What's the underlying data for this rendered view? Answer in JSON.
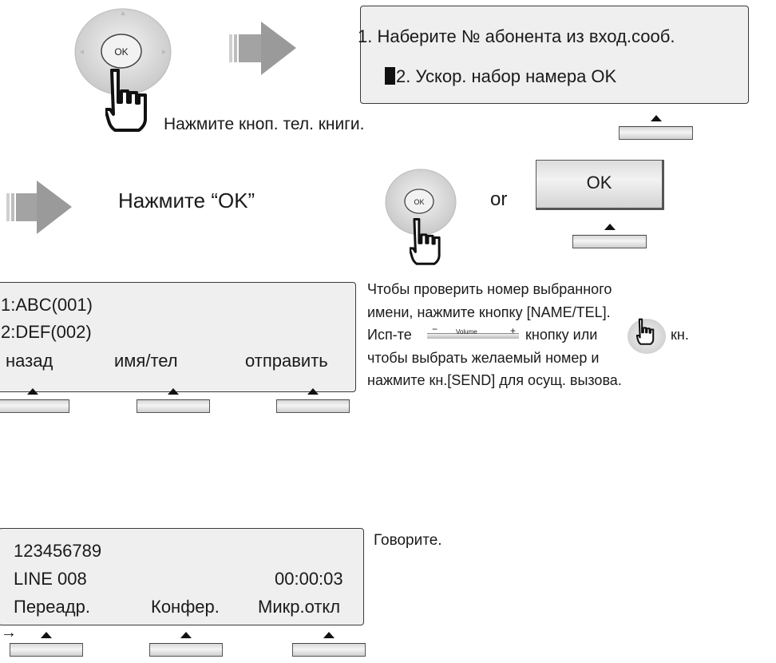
{
  "step1": {
    "caption": "Нажмите кноп. тел. книги.",
    "ok_glyph": "OK",
    "lcd_lines": [
      "1. Наберите № абонента из вход.сооб.",
      "2. Ускор. набор намера  OK"
    ]
  },
  "step2": {
    "caption": "Нажмите “OK”",
    "ok_glyph": "OK",
    "or_text": "or",
    "ok_key_label": "OK"
  },
  "step3": {
    "lcd_lines": [
      "1:ABC(001)",
      "2:DEF(002)"
    ],
    "softkeys": [
      "назад",
      "имя/тел",
      "отправить"
    ],
    "instructions": [
      "Чтобы проверить номер выбранного",
      "имени, нажмите кнопку [NAME/TEL].",
      "Исп-те",
      "кнопку или",
      "кн.",
      "чтобы выбрать желаемый номер и",
      "нажмите кн.[SEND] для осущ. вызова."
    ],
    "volume_label": "Volume",
    "volume_minus": "−",
    "volume_plus": "+"
  },
  "step4": {
    "number": "123456789",
    "line": "LINE 008",
    "timer": "00:00:03",
    "softkeys": [
      "Переадр.",
      "Конфер.",
      "Микр.откл"
    ],
    "more_arrow": "→",
    "caption": "Говорите."
  },
  "colors": {
    "lcd_bg": "#efefef",
    "arrow": "#9a9a9a",
    "border": "#3a3a3a"
  },
  "icons": [
    "nav-pad-icon",
    "pointing-hand-icon",
    "right-arrow-icon",
    "softkey-triangle-icon"
  ]
}
